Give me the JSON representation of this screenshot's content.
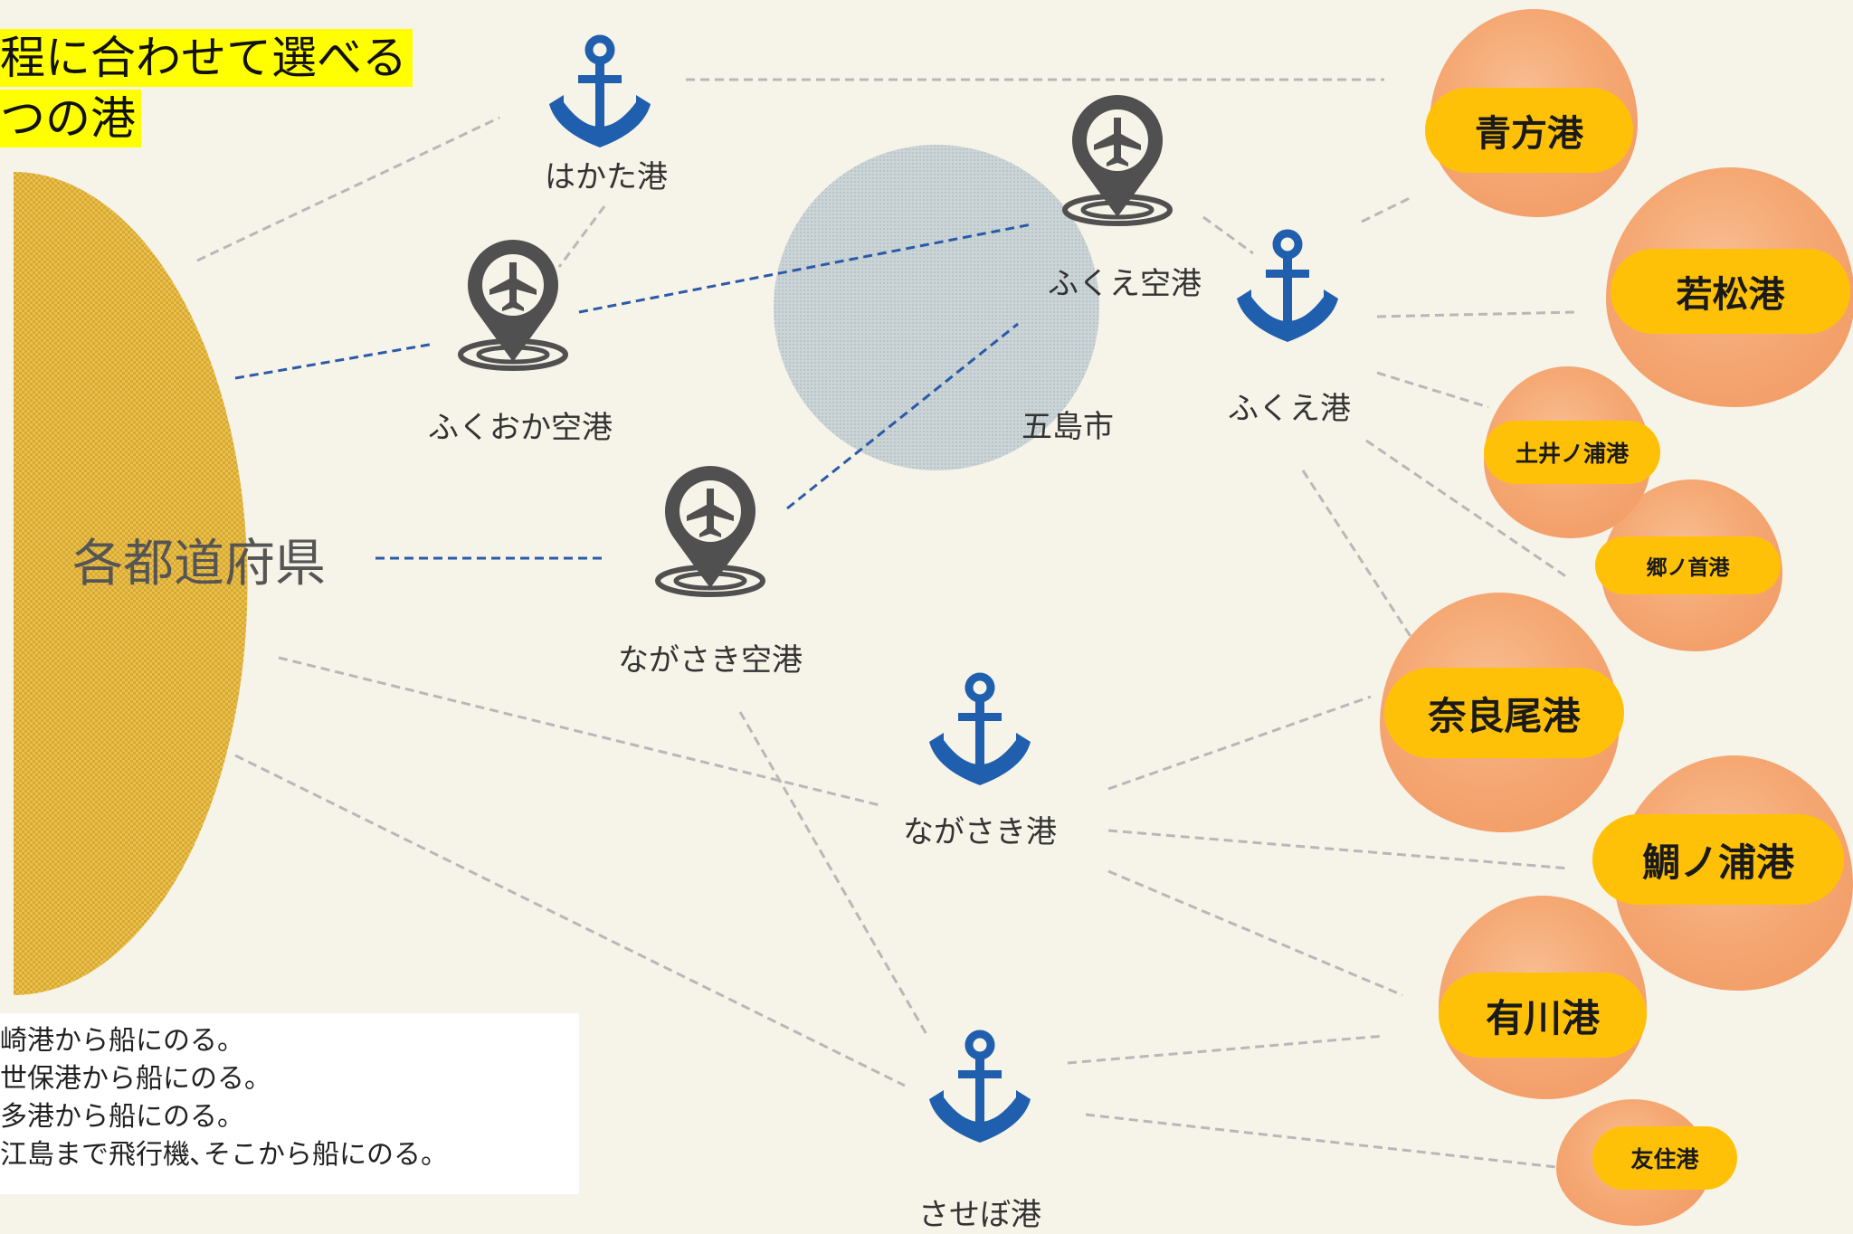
{
  "title": {
    "line1": "程に合わせて選べる",
    "line2": "つの港"
  },
  "region_label": "各都道府県",
  "city_label": "五島市",
  "nodes": {
    "hakata": "はかた港",
    "fukuoka_airport": "ふくおか空港",
    "nagasaki_airport": "ながさき空港",
    "fukue_airport": "ふくえ空港",
    "fukue_port": "ふくえ港",
    "nagasaki_port": "ながさき港",
    "sasebo_port": "させぼ港"
  },
  "destinations": {
    "aokata": "青方港",
    "wakamatsu": "若松港",
    "doinoura": "土井ノ浦港",
    "gonokubi": "郷ノ首港",
    "naraoo": "奈良尾港",
    "tainoura": "鯛ノ浦港",
    "arikawa": "有川港",
    "tomozumi": "友住港"
  },
  "legend": [
    "崎港から船にのる。",
    "世保港から船にのる。",
    "多港から船にのる。",
    "江島まで飛行機､そこから船にのる。"
  ],
  "colors": {
    "anchor": "#1f5fae",
    "airport_icon": "#505050",
    "pill": "#ffc107",
    "blob": "#f5a26a",
    "flight_line": "#2b5aa8",
    "boat_line": "#b8b8b8",
    "region_fill": "#e3b53b",
    "island_fill": "#c5d0d3",
    "title_highlight": "#ffff00"
  }
}
